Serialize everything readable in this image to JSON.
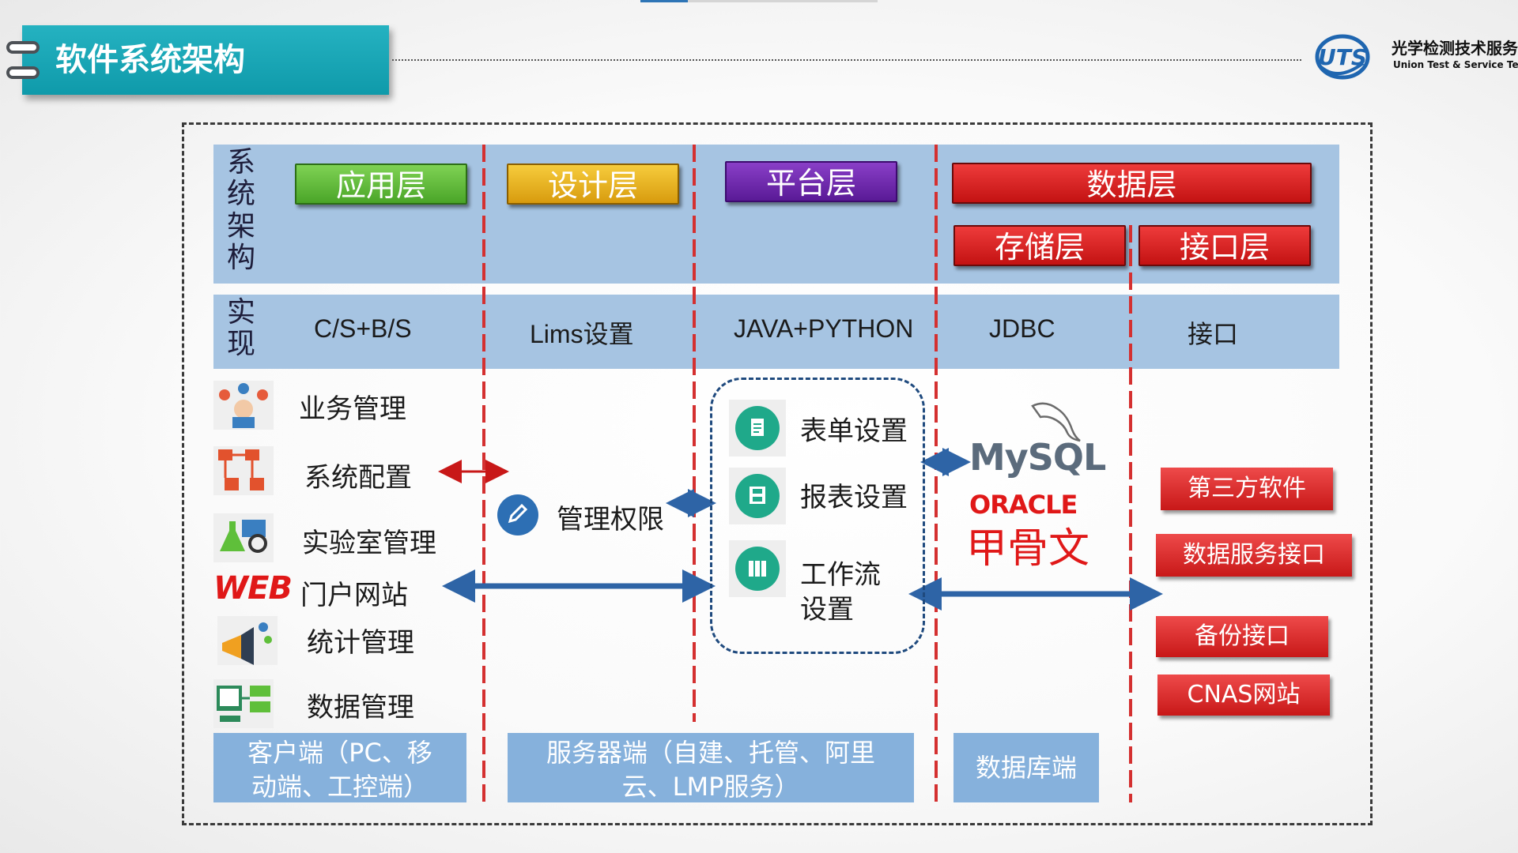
{
  "header": {
    "title": "软件系统架构",
    "logo_text": "UTS",
    "logo_cn": "光学检测技术服务",
    "logo_en": "Union Test & Service Team"
  },
  "diagram": {
    "row_arch_label": [
      "系",
      "统",
      "架",
      "构"
    ],
    "row_impl_label": [
      "实",
      "现"
    ],
    "layers": {
      "app": "应用层",
      "design": "设计层",
      "platform": "平台层",
      "data": "数据层",
      "storage": "存储层",
      "interface": "接口层"
    },
    "implementation": [
      "C/S+B/S",
      "Lims设置",
      "JAVA+PYTHON",
      "JDBC",
      "接口"
    ],
    "left_items": [
      "业务管理",
      "系统配置",
      "实验室管理",
      "门户网站",
      "统计管理",
      "数据管理"
    ],
    "web_logo": "WEB",
    "management": "管理权限",
    "platform_items": [
      "表单设置",
      "报表设置",
      "工作流",
      "设置"
    ],
    "db_logos": {
      "mysql": "MySQL",
      "oracle": "ORACLE",
      "oracle_cn": "甲骨文"
    },
    "right_items": [
      "第三方软件",
      "数据服务接口",
      "备份接口",
      "CNAS网站"
    ],
    "bottom": {
      "client": [
        "客户端（PC、移",
        "动端、工控端）"
      ],
      "server": [
        "服务器端（自建、托管、阿里",
        "云、LMP服务）"
      ],
      "database": "数据库端"
    }
  },
  "colors": {
    "title_teal": "#1aa6b6",
    "band_blue": "#a6c4e2",
    "bottom_blue": "#86b1dc",
    "app_green": "#5fbf3a",
    "design_yellow": "#e9b11f",
    "platform_purple": "#6a24a8",
    "data_red": "#d81b1b",
    "divider_red": "#d43030",
    "arrow_blue": "#2e64a6"
  }
}
